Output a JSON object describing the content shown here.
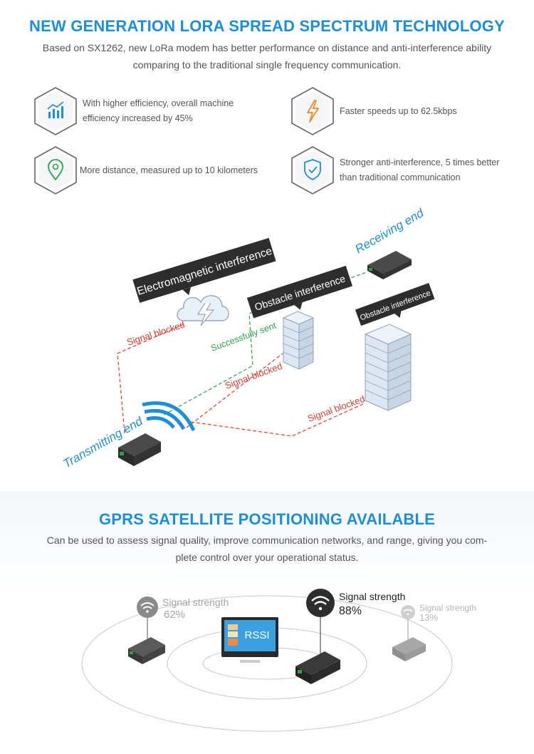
{
  "section1": {
    "title": "NEW GENERATION LORA SPREAD SPECTRUM TECHNOLOGY",
    "subtitle_line1": "Based on SX1262, new LoRa modem has better performance on distance and anti-interference ability",
    "subtitle_line2": "comparing to the traditional single frequency communication.",
    "features": [
      {
        "icon": "chart-bars-icon",
        "line1": "With higher efficiency, overall machine",
        "line2": "efficiency increased by 45%"
      },
      {
        "icon": "lightning-icon",
        "line1": "Faster speeds up to 62.5kbps",
        "line2": ""
      },
      {
        "icon": "location-pin-icon",
        "line1": "More distance, measured up to 10 kilometers",
        "line2": ""
      },
      {
        "icon": "shield-check-icon",
        "line1": "Stronger anti-interference, 5 times better",
        "line2": "than traditional communication"
      }
    ],
    "diagram": {
      "em_interference": "Electromagnetic interference",
      "obstacle1": "Obstacle interference",
      "obstacle2": "Obstacle interference",
      "receiving_end": "Receiving end",
      "transmitting_end": "Transmitting end",
      "successfully_sent": "Successfully sent",
      "blocked1": "Signal blocked",
      "blocked2": "Signal blocked",
      "blocked3": "Signal blocked"
    }
  },
  "section2": {
    "title": "GPRS SATELLITE POSITIONING AVAILABLE",
    "subtitle_line1": "Can be used to assess signal quality, improve communication networks, and range, giving you com-",
    "subtitle_line2": "plete control over your operational status.",
    "rssi_label": "RSSI",
    "signals": [
      {
        "label": "Signal strength",
        "value": "62%"
      },
      {
        "label": "Signal strength",
        "value": "88%"
      },
      {
        "label": "Signal strength",
        "value": "13%"
      }
    ]
  },
  "colors": {
    "accent": "#1d8fd8",
    "red": "#e23a2e",
    "green": "#2aa44a"
  }
}
